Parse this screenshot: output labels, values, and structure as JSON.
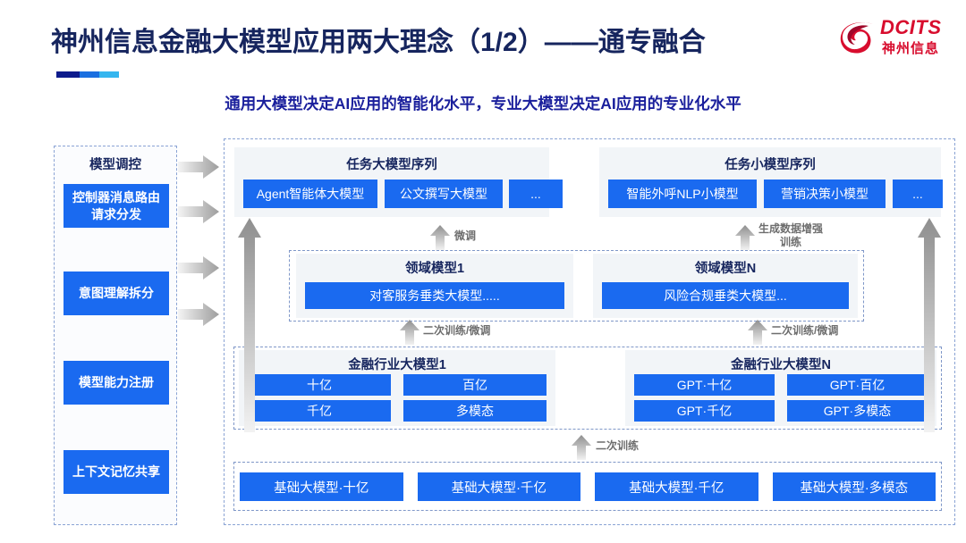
{
  "header": {
    "title": "神州信息金融大模型应用两大理念（1/2）——通专融合",
    "subtitle": "通用大模型决定AI应用的智能化水平，专业大模型决定AI应用的专业化水平",
    "logo_en": "DCITS",
    "logo_cn": "神州信息",
    "title_color": "#16255e",
    "subtitle_color": "#1a1f9c",
    "logo_color": "#d80d2e",
    "accent_colors": [
      "#0d1b8c",
      "#1a6fe0",
      "#35b6ef"
    ]
  },
  "control_panel": {
    "title": "模型调控",
    "items": [
      {
        "label": "控制器消息路由请求分发"
      },
      {
        "label": "意图理解拆分"
      },
      {
        "label": "模型能力注册"
      },
      {
        "label": "上下文记忆共享"
      }
    ]
  },
  "diagram": {
    "accent_blue": "#1a6af0",
    "panel_bg": "#f2f5f8",
    "task_sequences": [
      {
        "title": "任务大模型序列",
        "chips": [
          "Agent智能体大模型",
          "公文撰写大模型",
          "..."
        ]
      },
      {
        "title": "任务小模型序列",
        "chips": [
          "智能外呼NLP小模型",
          "营销决策小模型",
          "..."
        ]
      }
    ],
    "domain_models": [
      {
        "title": "领域模型1",
        "chip": "对客服务垂类大模型....."
      },
      {
        "title": "领域模型N",
        "chip": "风险合规垂类大模型..."
      }
    ],
    "industry_models": [
      {
        "title": "金融行业大模型1",
        "chips": [
          "十亿",
          "百亿",
          "千亿",
          "多模态"
        ]
      },
      {
        "title": "金融行业大模型N",
        "chips": [
          "GPT·十亿",
          "GPT·百亿",
          "GPT·千亿",
          "GPT·多模态"
        ]
      }
    ],
    "base_models": [
      "基础大模型·十亿",
      "基础大模型·千亿",
      "基础大模型·千亿",
      "基础大模型·多模态"
    ],
    "arrow_labels": {
      "fine_tune": "微调",
      "data_augment_line1": "生成数据增强",
      "data_augment_line2": "训练",
      "retrain_finetune_left": "二次训练/微调",
      "retrain_finetune_right": "二次训练/微调",
      "retrain": "二次训练"
    }
  }
}
